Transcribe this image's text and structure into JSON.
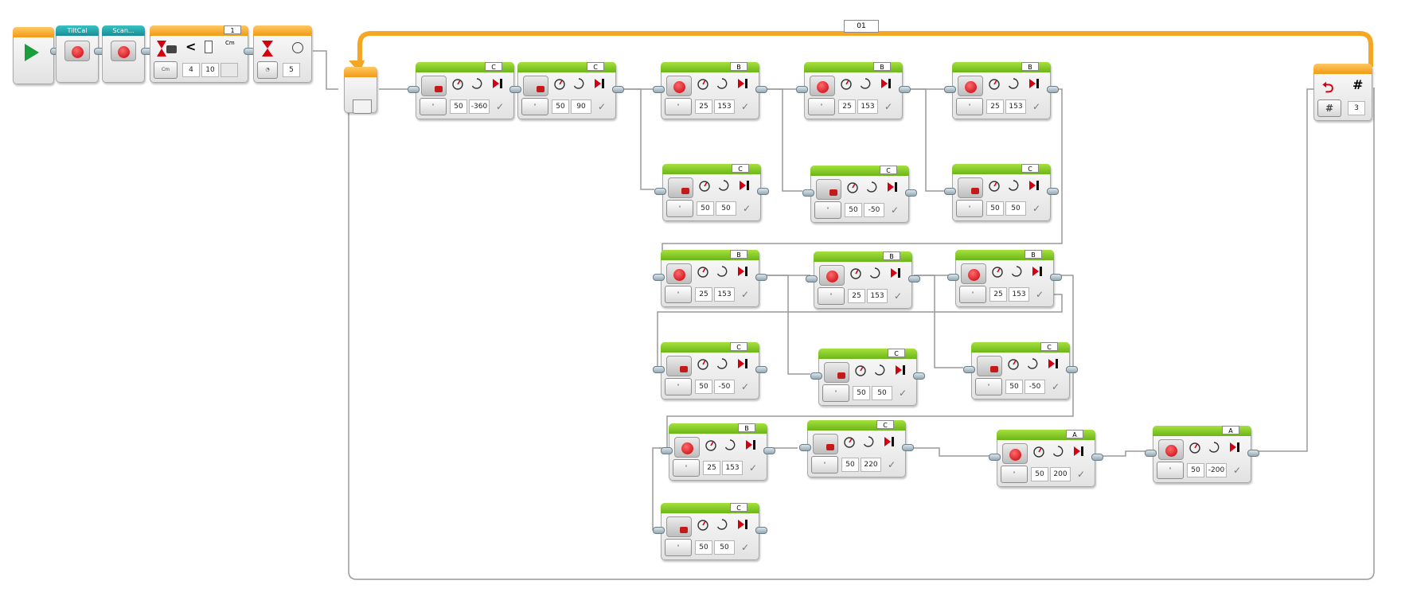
{
  "colors": {
    "action_header": "#7cc21f",
    "flow_header": "#f5a623",
    "myblock_header": "#1fa5ad",
    "wire": "#9a9a9a",
    "loop_bar": "#f5a623",
    "motor_hub": "#d40010"
  },
  "program_start": {
    "icon": "play-triangle-icon"
  },
  "my_blocks": [
    {
      "label": "TiltCal",
      "icon": "medium-motor-icon"
    },
    {
      "label": "Scan...",
      "icon": "medium-motor-icon"
    }
  ],
  "wait_ultrasonic": {
    "port": "1",
    "unit": "Cm",
    "compare_symbol": "<",
    "compare_type": "4",
    "threshold": "10",
    "icon": "hourglass-ultrasonic-icon"
  },
  "wait_time": {
    "seconds": "5",
    "icon": "hourglass-timer-icon"
  },
  "loop": {
    "name": "01",
    "end_mode_symbol": "#",
    "count": "3",
    "icon": "loop-repeat-icon"
  },
  "motor_blocks": [
    {
      "id": "m1",
      "port": "C",
      "type": "large",
      "power": "50",
      "degrees": "-360"
    },
    {
      "id": "m2",
      "port": "C",
      "type": "large",
      "power": "50",
      "degrees": "90"
    },
    {
      "id": "m3",
      "port": "B",
      "type": "medium",
      "power": "25",
      "degrees": "153"
    },
    {
      "id": "m4",
      "port": "B",
      "type": "medium",
      "power": "25",
      "degrees": "153"
    },
    {
      "id": "m5",
      "port": "B",
      "type": "medium",
      "power": "25",
      "degrees": "153"
    },
    {
      "id": "m6",
      "port": "C",
      "type": "large",
      "power": "50",
      "degrees": "50"
    },
    {
      "id": "m7",
      "port": "C",
      "type": "large",
      "power": "50",
      "degrees": "-50"
    },
    {
      "id": "m8",
      "port": "C",
      "type": "large",
      "power": "50",
      "degrees": "50"
    },
    {
      "id": "m9",
      "port": "B",
      "type": "medium",
      "power": "25",
      "degrees": "153"
    },
    {
      "id": "m10",
      "port": "B",
      "type": "medium",
      "power": "25",
      "degrees": "153"
    },
    {
      "id": "m11",
      "port": "B",
      "type": "medium",
      "power": "25",
      "degrees": "153"
    },
    {
      "id": "m12",
      "port": "C",
      "type": "large",
      "power": "50",
      "degrees": "-50"
    },
    {
      "id": "m13",
      "port": "C",
      "type": "large",
      "power": "50",
      "degrees": "50"
    },
    {
      "id": "m14",
      "port": "C",
      "type": "large",
      "power": "50",
      "degrees": "-50"
    },
    {
      "id": "m15",
      "port": "B",
      "type": "medium",
      "power": "25",
      "degrees": "153"
    },
    {
      "id": "m16",
      "port": "C",
      "type": "large",
      "power": "50",
      "degrees": "220"
    },
    {
      "id": "m17",
      "port": "A",
      "type": "medium",
      "power": "50",
      "degrees": "200"
    },
    {
      "id": "m18",
      "port": "A",
      "type": "medium",
      "power": "50",
      "degrees": "-200"
    },
    {
      "id": "m19",
      "port": "C",
      "type": "large",
      "power": "50",
      "degrees": "50"
    }
  ]
}
